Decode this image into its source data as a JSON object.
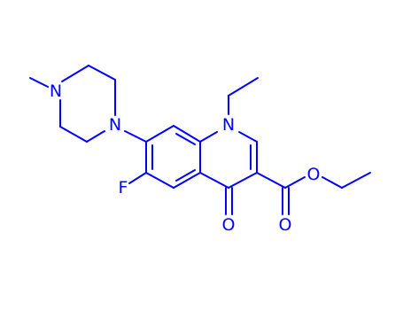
{
  "molecule": {
    "color": "#0000ff",
    "background": "#ffffff",
    "atoms": {
      "n1": "N",
      "n_pip_top": "N",
      "n_pip_bottom": "N",
      "f": "F",
      "o_keto": "O",
      "o_carbonyl": "O",
      "o_ester": "O"
    }
  }
}
